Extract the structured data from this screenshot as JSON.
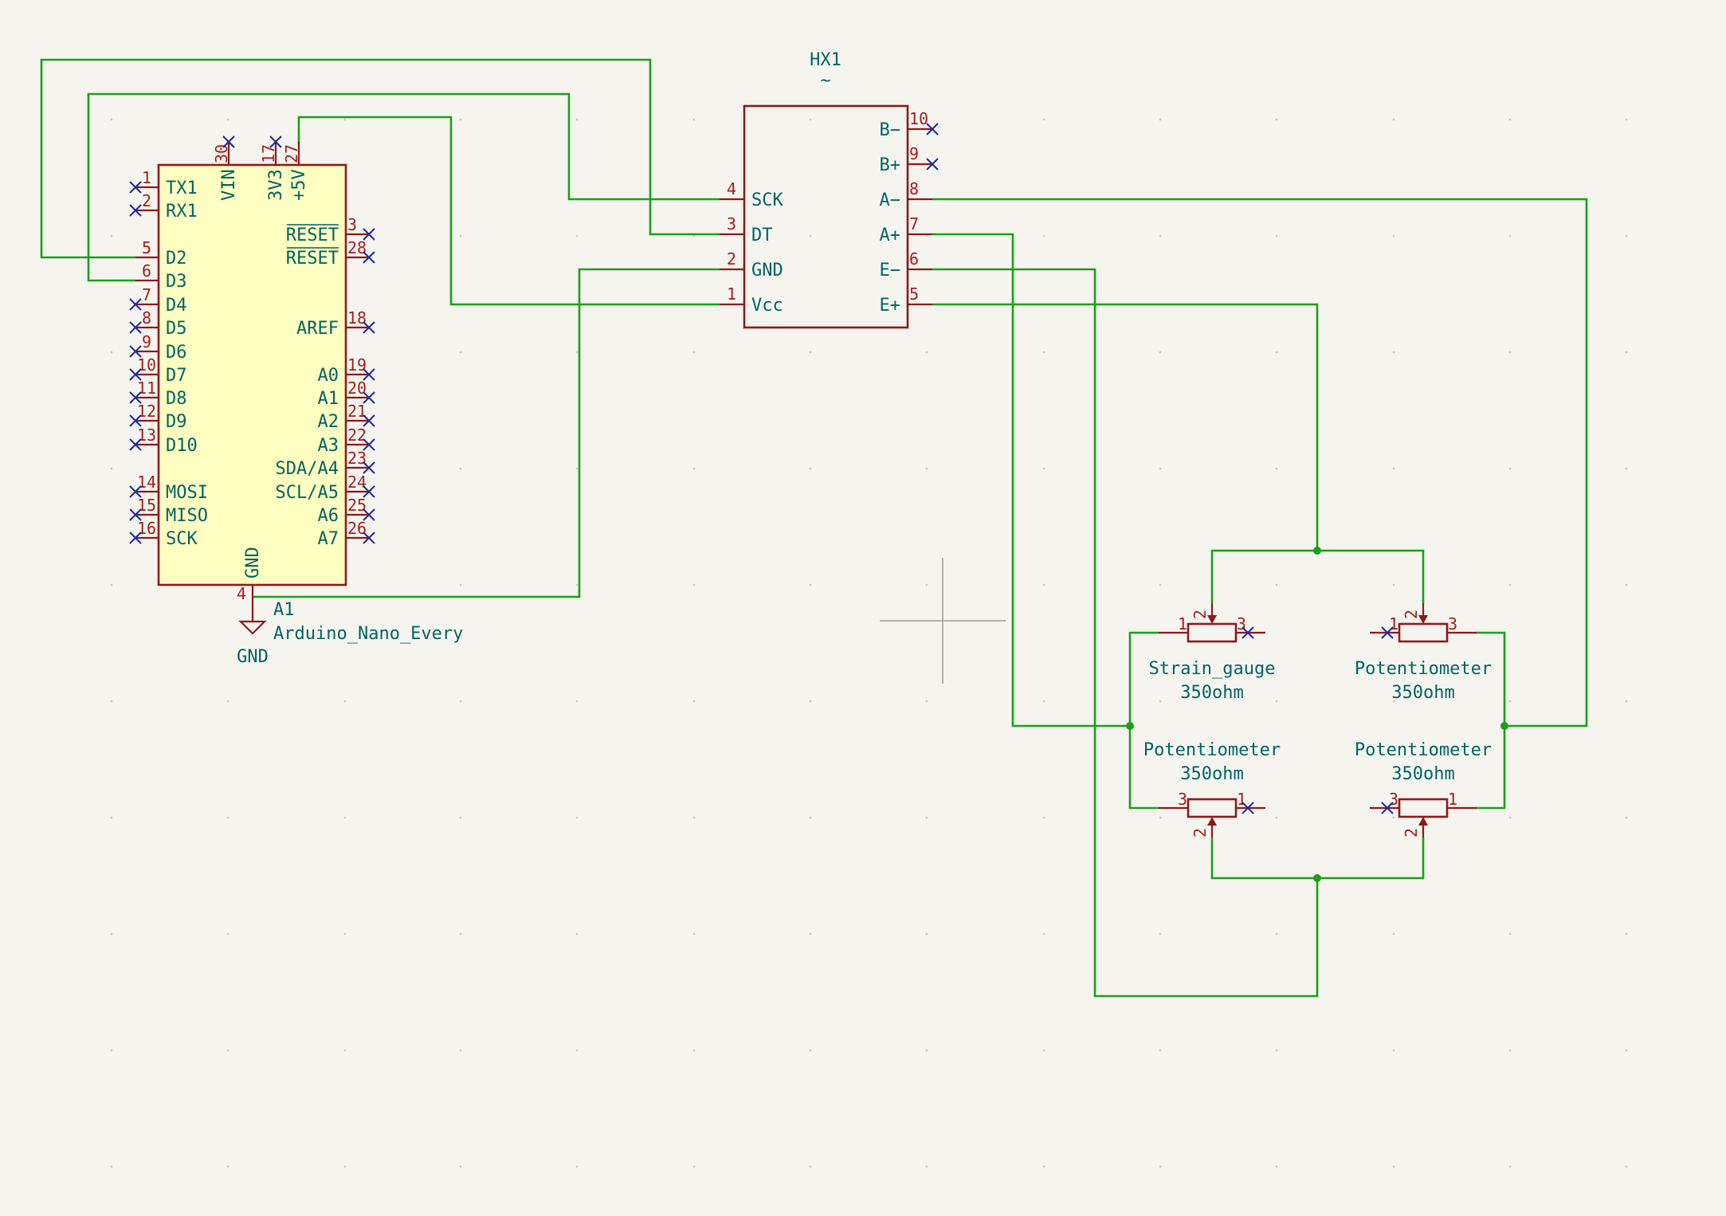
{
  "hx1": {
    "ref": "HX1",
    "value": "~",
    "pins_left": [
      {
        "num": "4",
        "name": "SCK"
      },
      {
        "num": "3",
        "name": "DT"
      },
      {
        "num": "2",
        "name": "GND"
      },
      {
        "num": "1",
        "name": "Vcc"
      }
    ],
    "pins_right": [
      {
        "num": "10",
        "name": "B−"
      },
      {
        "num": "9",
        "name": "B+"
      },
      {
        "num": "8",
        "name": "A−"
      },
      {
        "num": "7",
        "name": "A+"
      },
      {
        "num": "6",
        "name": "E−"
      },
      {
        "num": "5",
        "name": "E+"
      }
    ]
  },
  "arduino": {
    "ref": "A1",
    "value": "Arduino_Nano_Every",
    "pins_left": [
      {
        "num": "1",
        "name": "TX1"
      },
      {
        "num": "2",
        "name": "RX1"
      },
      {
        "num": "5",
        "name": "D2"
      },
      {
        "num": "6",
        "name": "D3"
      },
      {
        "num": "7",
        "name": "D4"
      },
      {
        "num": "8",
        "name": "D5"
      },
      {
        "num": "9",
        "name": "D6"
      },
      {
        "num": "10",
        "name": "D7"
      },
      {
        "num": "11",
        "name": "D8"
      },
      {
        "num": "12",
        "name": "D9"
      },
      {
        "num": "13",
        "name": "D10"
      },
      {
        "num": "14",
        "name": "MOSI"
      },
      {
        "num": "15",
        "name": "MISO"
      },
      {
        "num": "16",
        "name": "SCK"
      }
    ],
    "pins_right": [
      {
        "num": "3",
        "name": "RESET"
      },
      {
        "num": "28",
        "name": "RESET"
      },
      {
        "num": "18",
        "name": "AREF"
      },
      {
        "num": "19",
        "name": "A0"
      },
      {
        "num": "20",
        "name": "A1"
      },
      {
        "num": "21",
        "name": "A2"
      },
      {
        "num": "22",
        "name": "A3"
      },
      {
        "num": "23",
        "name": "SDA/A4"
      },
      {
        "num": "24",
        "name": "SCL/A5"
      },
      {
        "num": "25",
        "name": "A6"
      },
      {
        "num": "26",
        "name": "A7"
      }
    ],
    "pins_top": [
      {
        "num": "30",
        "name": "VIN"
      },
      {
        "num": "17",
        "name": "3V3"
      },
      {
        "num": "27",
        "name": "+5V"
      }
    ],
    "pin_bottom": {
      "num": "4",
      "name": "GND"
    }
  },
  "gnd_symbol": {
    "label": "GND"
  },
  "bridge": {
    "top_left": {
      "name": "Strain_gauge",
      "value": "350ohm",
      "pins": [
        "1",
        "2",
        "3"
      ]
    },
    "top_right": {
      "name": "Potentiometer",
      "value": "350ohm",
      "pins": [
        "1",
        "2",
        "3"
      ]
    },
    "bottom_left": {
      "name": "Potentiometer",
      "value": "350ohm",
      "pins": [
        "3",
        "2",
        "1"
      ]
    },
    "bottom_right": {
      "name": "Potentiometer",
      "value": "350ohm",
      "pins": [
        "3",
        "2",
        "1"
      ]
    }
  },
  "colors": {
    "background": "#f5f4ef",
    "wire": "#1aa01a",
    "symbol_outline": "#8c1a1a",
    "symbol_fill_arduino": "#ffffc2",
    "text": "#006464",
    "pin_number": "#a51d1d",
    "no_connect": "#1d2a9c"
  }
}
